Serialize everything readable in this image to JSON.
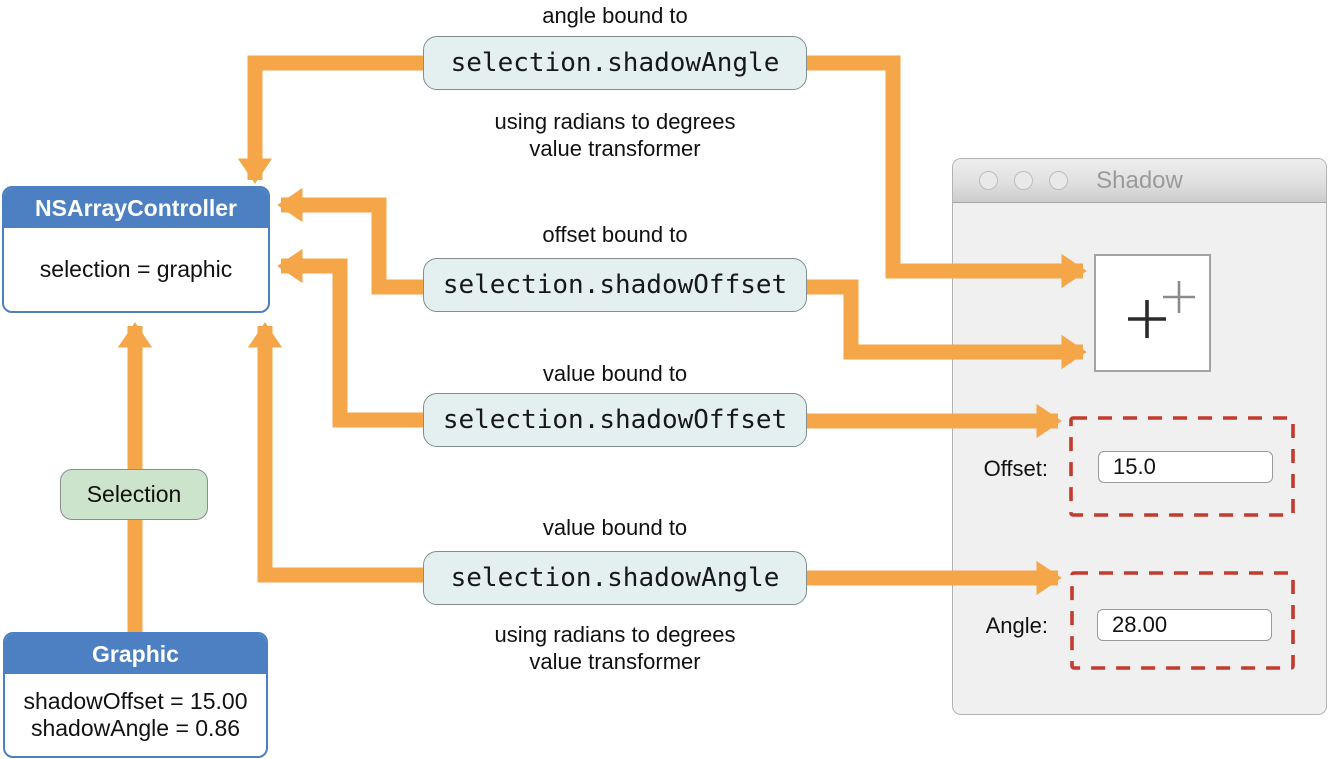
{
  "diagram": {
    "controller": {
      "title": "NSArrayController",
      "body": "selection = graphic"
    },
    "graphic": {
      "title": "Graphic",
      "lines": [
        "shadowOffset = 15.00",
        "shadowAngle = 0.86"
      ]
    },
    "selection_badge": "Selection",
    "bindings": [
      {
        "label": "angle bound to",
        "key": "selection.shadowAngle",
        "note_line1": "using radians to degrees",
        "note_line2": "value transformer"
      },
      {
        "label": "offset bound to",
        "key": "selection.shadowOffset"
      },
      {
        "label": "value bound to",
        "key": "selection.shadowOffset"
      },
      {
        "label": "value bound to",
        "key": "selection.shadowAngle",
        "note_line1": "using radians to degrees",
        "note_line2": "value transformer"
      }
    ]
  },
  "window": {
    "title": "Shadow",
    "fields": [
      {
        "label": "Offset:",
        "value": "15.0"
      },
      {
        "label": "Angle:",
        "value": "28.00"
      }
    ]
  },
  "colors": {
    "arrow_orange": "#f5a648",
    "class_blue": "#4c80c2",
    "keybox_teal": "#e4eff0",
    "badge_green": "#cbe4cb",
    "dashed_red": "#c33b2e",
    "window_gray": "#f0f0f0"
  }
}
